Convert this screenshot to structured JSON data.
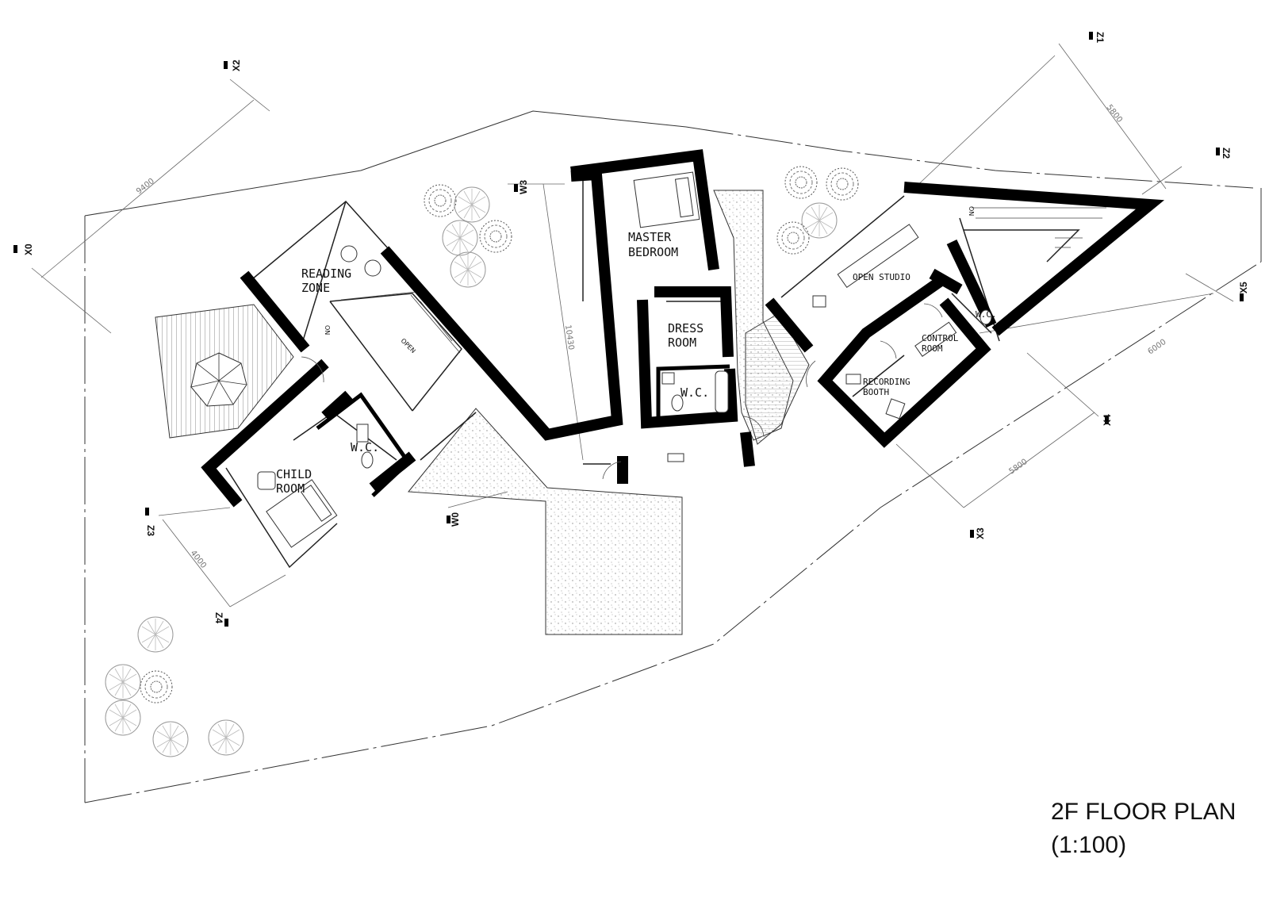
{
  "drawing": {
    "title_line1": "2F FLOOR PLAN",
    "title_line2": "(1:100)"
  },
  "rooms": {
    "reading_zone": [
      "READING",
      "ZONE"
    ],
    "master_bedroom": [
      "MASTER",
      "BEDROOM"
    ],
    "dress_room": [
      "DRESS",
      "ROOM"
    ],
    "wc_master": "W.C.",
    "child_room": [
      "CHILD",
      "ROOM"
    ],
    "wc_child": "W.C.",
    "open_studio": "OPEN STUDIO",
    "control_room": [
      "CONTROL",
      "ROOM"
    ],
    "recording_booth": [
      "RECORDING",
      "BOOTH"
    ],
    "wc_studio": "W.C."
  },
  "stair_labels": {
    "on_left": "ON",
    "open_void": "OPEN",
    "on_right": "ON"
  },
  "grid_axes": {
    "x0": "X0",
    "x2": "X2",
    "x3": "X3",
    "x4": "X4",
    "x5": "X5",
    "w0": "W0",
    "w3": "W3",
    "z1": "Z1",
    "z2": "Z2",
    "z3": "Z3",
    "z4": "Z4"
  },
  "dimensions": {
    "d9400": "9400",
    "d10430": "10430",
    "d4000": "4000",
    "d5800_top": "5800",
    "d6000": "6000",
    "d5800_bottom": "5800"
  }
}
